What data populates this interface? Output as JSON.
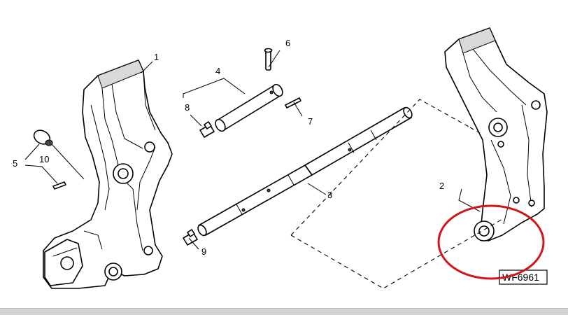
{
  "diagram": {
    "callouts": [
      "1",
      "2",
      "3",
      "4",
      "5",
      "6",
      "7",
      "8",
      "9",
      "10"
    ],
    "reference_code": "WF6961",
    "highlight_color": "#d0161b"
  }
}
